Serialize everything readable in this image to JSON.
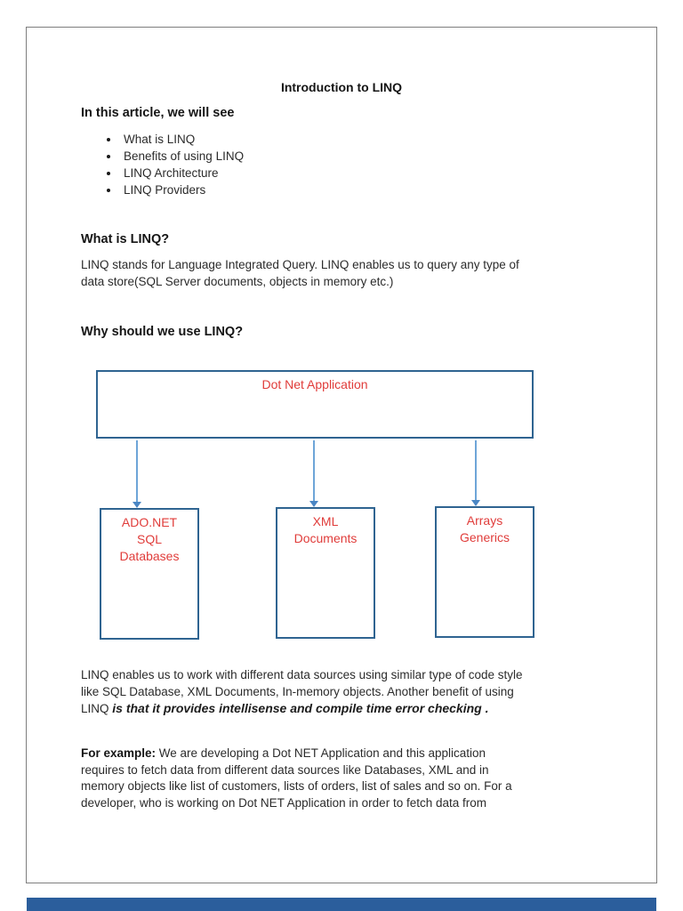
{
  "document": {
    "title": "Introduction to LINQ",
    "intro_heading": "In this article, we will see",
    "toc_items": [
      "What is LINQ",
      "Benefits of using LINQ",
      "LINQ Architecture",
      "LINQ Providers"
    ],
    "what_is_linq": {
      "heading": "What is LINQ?",
      "line1": "LINQ stands for Language Integrated Query. LINQ enables us to query any type of",
      "line2": "data store(SQL Server documents, objects in memory etc.)"
    },
    "why_use_linq_heading": "Why should we use LINQ?",
    "diagram": {
      "root_box_label": "Dot Net Application",
      "child_boxes": [
        {
          "lines": [
            "ADO.NET",
            "SQL",
            "Databases"
          ]
        },
        {
          "lines": [
            "XML",
            "Documents"
          ]
        },
        {
          "lines": [
            "Arrays",
            "Generics"
          ]
        }
      ]
    },
    "benefit_paragraph": {
      "line1": "LINQ enables us to work with different data sources using similar type of code style",
      "line2": "like SQL Database, XML Documents, In-memory objects. Another benefit of using",
      "line3_prefix": "LINQ ",
      "line3_emphasis": "is that it provides intellisense and compile time error checking ."
    },
    "example_paragraph": {
      "label": "For example:",
      "line1_rest": " We are developing a Dot NET Application and this application",
      "line2": "requires to fetch data from different data sources like Databases, XML and in",
      "line3": "memory objects like list of customers, lists of orders, list of sales and so on. For a",
      "line4": "developer, who is working on Dot NET Application in order to fetch data from"
    },
    "colors": {
      "page_border": "#7e7e7e",
      "diagram_box_border": "#2f6491",
      "diagram_text": "#e03c3a",
      "arrow": "#6ea5d8",
      "next_page_bar": "#2b5e9c"
    }
  }
}
